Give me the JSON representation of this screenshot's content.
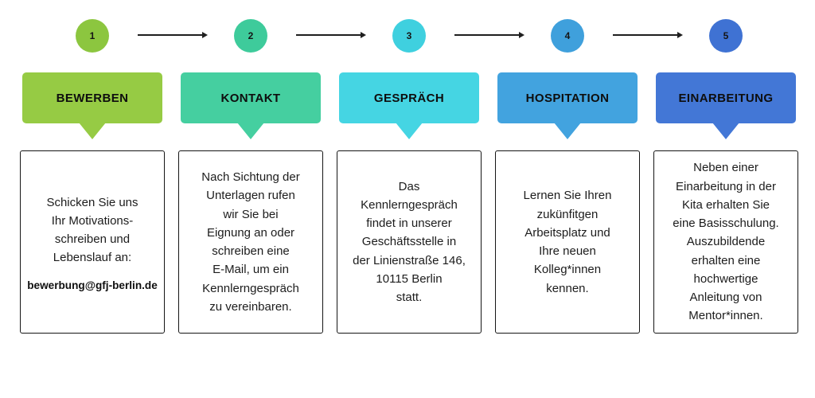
{
  "page": {
    "background": "#ffffff",
    "arrow_color": "#1f1f1f"
  },
  "steps": [
    {
      "number": "1",
      "title": "BEWERBEN",
      "circle_color": "#8CC63F",
      "banner_color": "#96CB44",
      "body": "Schicken Sie uns\nIhr Motivations-\nschreiben und\nLebenslauf an:",
      "email": "bewerbung@gfj-berlin.de"
    },
    {
      "number": "2",
      "title": "KONTAKT",
      "circle_color": "#3ECB9B",
      "banner_color": "#45CFA0",
      "body": "Nach Sichtung der\nUnterlagen rufen\nwir Sie bei\nEignung an oder\nschreiben eine\nE-Mail, um ein\nKennlerngespräch\nzu vereinbaren."
    },
    {
      "number": "3",
      "title": "GESPRÄCH",
      "circle_color": "#3FD0DF",
      "banner_color": "#45D5E3",
      "body": "Das\nKennlerngespräch\nfindet in unserer\nGeschäftsstelle in\nder Linienstraße 146,\n10115 Berlin\nstatt."
    },
    {
      "number": "4",
      "title": "HOSPITATION",
      "circle_color": "#3FA0DC",
      "banner_color": "#42A3DF",
      "body": "Lernen Sie Ihren\nzukünfitgen\nArbeitsplatz und\nIhre neuen\nKolleg*innen\nkennen."
    },
    {
      "number": "5",
      "title": "EINARBEITUNG",
      "circle_color": "#3F72D3",
      "banner_color": "#4377D6",
      "body": "Neben einer\nEinarbeitung in der\nKita erhalten Sie\neine Basisschulung.\nAuszubildende\nerhalten eine\nhochwertige\nAnleitung von\nMentor*innen."
    }
  ]
}
